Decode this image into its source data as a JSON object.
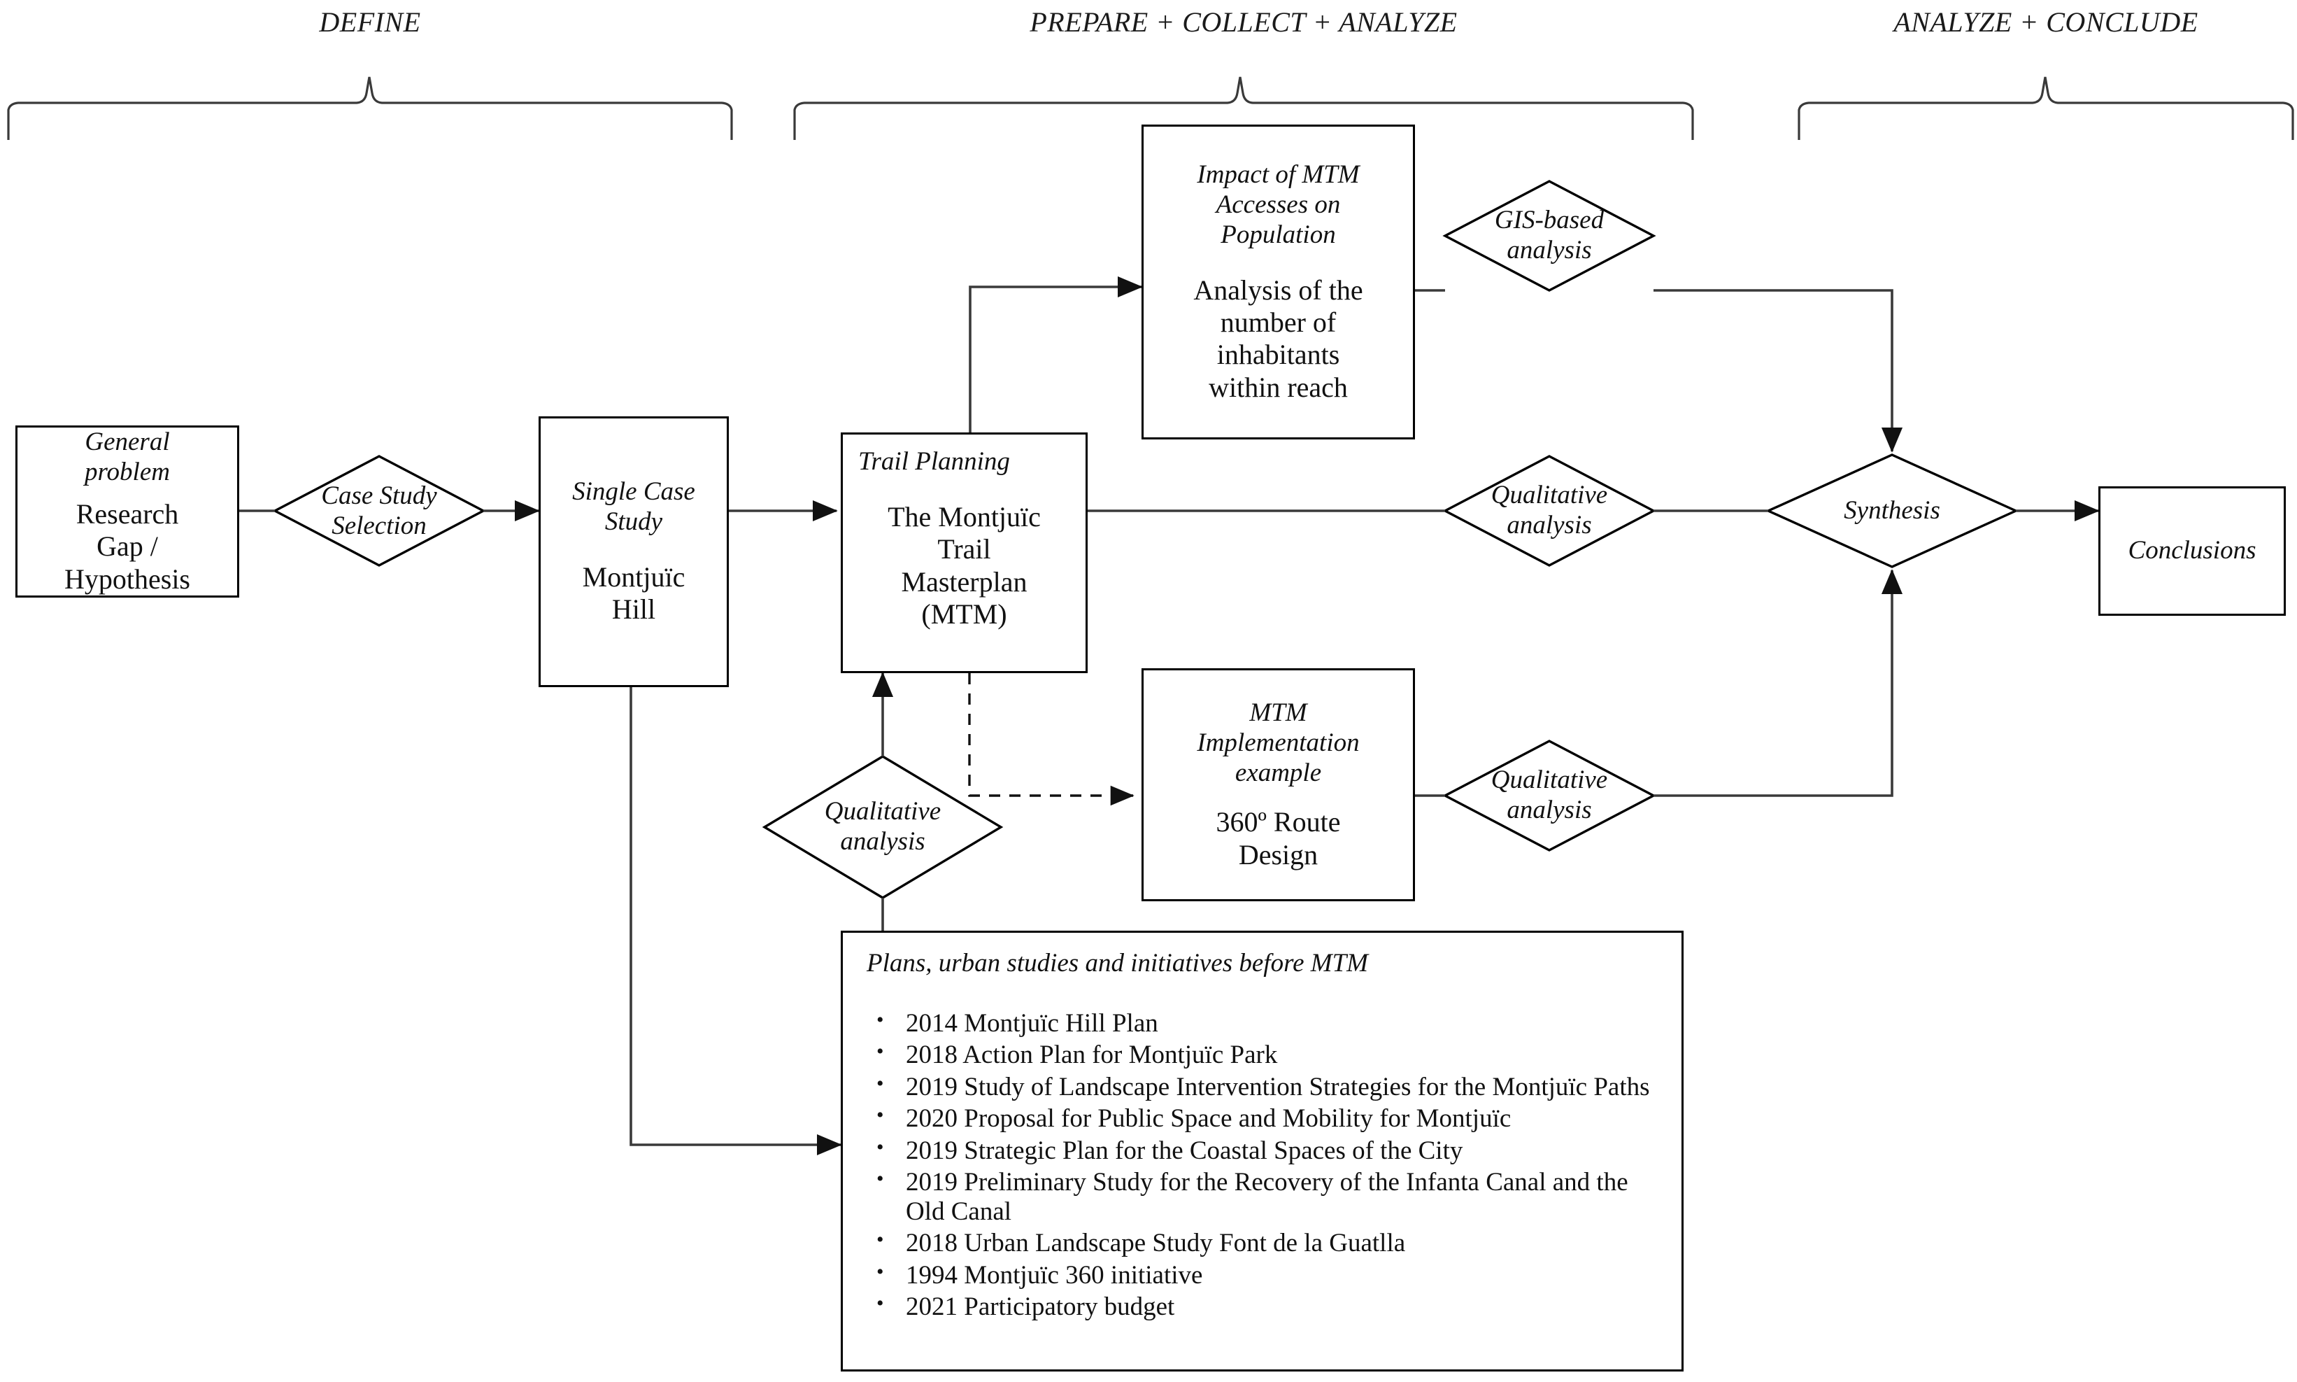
{
  "phases": [
    {
      "label": "DEFINE"
    },
    {
      "label": "PREPARE + COLLECT + ANALYZE"
    },
    {
      "label": "ANALYZE + CONCLUDE"
    }
  ],
  "nodes": {
    "general_problem": {
      "title": "General\nproblem",
      "body": "Research\nGap /\nHypothesis"
    },
    "single_case_study": {
      "title": "Single Case\nStudy",
      "body": "Montjuïc\nHill"
    },
    "trail_planning": {
      "title": "Trail Planning",
      "body": "The Montjuïc\nTrail\nMasterplan\n(MTM)"
    },
    "impact_population": {
      "title": "Impact of MTM\nAccesses on\nPopulation",
      "body": "Analysis of the\nnumber of\ninhabitants\nwithin reach"
    },
    "mtm_implementation": {
      "title": "MTM\nImplementation\nexample",
      "body": "360º Route\nDesign"
    },
    "conclusions": {
      "title": "Conclusions"
    }
  },
  "diamonds": {
    "case_study_selection": {
      "label": "Case Study\nSelection"
    },
    "gis_based_analysis": {
      "label": "GIS-based\nanalysis"
    },
    "qualitative_analysis_mid": {
      "label": "Qualitative\nanalysis"
    },
    "qualitative_analysis_bottom": {
      "label": "Qualitative\nanalysis"
    },
    "qualitative_analysis_plans": {
      "label": "Qualitative\nanalysis"
    },
    "synthesis": {
      "label": "Synthesis"
    }
  },
  "plans_box": {
    "title": "Plans, urban studies and initiatives before MTM",
    "items": [
      "2014 Montjuïc Hill Plan",
      "2018 Action Plan for Montjuïc Park",
      "2019 Study of Landscape Intervention Strategies for the Montjuïc Paths",
      "2020 Proposal for Public Space and Mobility for Montjuïc",
      "2019 Strategic Plan for the Coastal Spaces of the City",
      "2019 Preliminary Study for the Recovery of the Infanta Canal and the Old Canal",
      "2018 Urban Landscape Study Font de la Guatlla",
      "1994 Montjuïc 360 initiative",
      "2021 Participatory budget"
    ]
  },
  "colors": {
    "stroke": "#000000",
    "text": "#111111",
    "background": "#ffffff"
  }
}
